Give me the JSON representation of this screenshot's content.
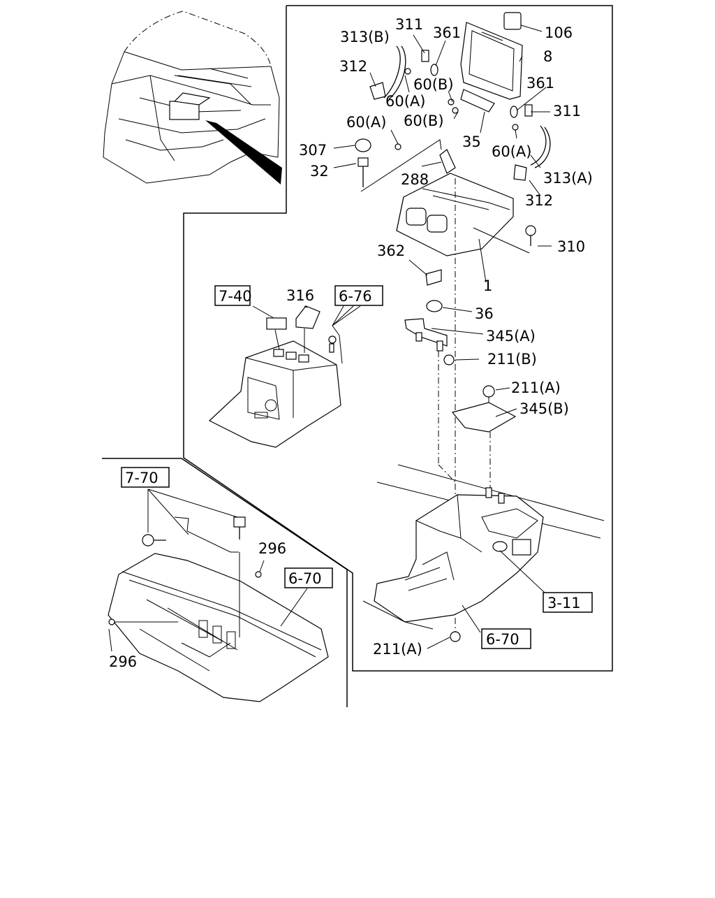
{
  "callouts": [
    {
      "id": "c-106",
      "text": "106"
    },
    {
      "id": "c-8",
      "text": "8"
    },
    {
      "id": "c-361a",
      "text": "361"
    },
    {
      "id": "c-311a",
      "text": "311"
    },
    {
      "id": "c-313b",
      "text": "313(B)"
    },
    {
      "id": "c-312a",
      "text": "312"
    },
    {
      "id": "c-60a1",
      "text": "60(A)"
    },
    {
      "id": "c-60b1",
      "text": "60(B)"
    },
    {
      "id": "c-361b",
      "text": "361"
    },
    {
      "id": "c-311b",
      "text": "311"
    },
    {
      "id": "c-60a2",
      "text": "60(A)"
    },
    {
      "id": "c-60b2",
      "text": "60(B)"
    },
    {
      "id": "c-35",
      "text": "35"
    },
    {
      "id": "c-60a3",
      "text": "60(A)"
    },
    {
      "id": "c-313a",
      "text": "313(A)"
    },
    {
      "id": "c-312b",
      "text": "312"
    },
    {
      "id": "c-307",
      "text": "307"
    },
    {
      "id": "c-32",
      "text": "32"
    },
    {
      "id": "c-288",
      "text": "288"
    },
    {
      "id": "c-310",
      "text": "310"
    },
    {
      "id": "c-1",
      "text": "1"
    },
    {
      "id": "c-362",
      "text": "362"
    },
    {
      "id": "c-316",
      "text": "316"
    },
    {
      "id": "c-36",
      "text": "36"
    },
    {
      "id": "c-345a",
      "text": "345(A)"
    },
    {
      "id": "c-211b",
      "text": "211(B)"
    },
    {
      "id": "c-211a1",
      "text": "211(A)"
    },
    {
      "id": "c-345b",
      "text": "345(B)"
    },
    {
      "id": "c-296a",
      "text": "296"
    },
    {
      "id": "c-296b",
      "text": "296"
    },
    {
      "id": "c-211a2",
      "text": "211(A)"
    }
  ],
  "references": [
    {
      "id": "r-7-40",
      "text": "7-40"
    },
    {
      "id": "r-6-76",
      "text": "6-76"
    },
    {
      "id": "r-7-70",
      "text": "7-70"
    },
    {
      "id": "r-6-70a",
      "text": "6-70"
    },
    {
      "id": "r-3-11",
      "text": "3-11"
    },
    {
      "id": "r-6-70b",
      "text": "6-70"
    }
  ]
}
